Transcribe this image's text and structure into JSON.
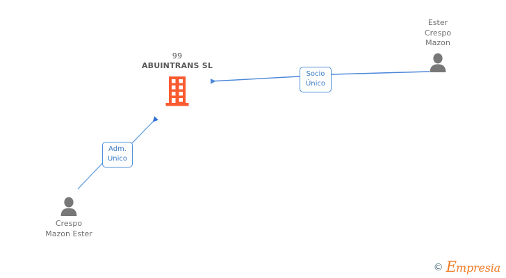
{
  "diagram": {
    "type": "corporate-relationship-graph",
    "background_color": "#ffffff"
  },
  "company": {
    "number": "99",
    "name": "ABUINTRANS SL",
    "icon": "building-icon",
    "icon_color": "#f95b30",
    "text_color": "#58585a"
  },
  "people": [
    {
      "id": "ester",
      "name_lines": [
        "Ester",
        "Crespo",
        "Mazon"
      ],
      "icon": "person-icon",
      "icon_color": "#777777",
      "label_position": "above"
    },
    {
      "id": "crespo",
      "name_lines": [
        "Crespo",
        "Mazon Ester"
      ],
      "icon": "person-icon",
      "icon_color": "#777777",
      "label_position": "below"
    }
  ],
  "relations": [
    {
      "id": "socio-unico",
      "lines": [
        "Socio",
        "Único"
      ],
      "from": "ester",
      "to": "company",
      "edge_color": "#4a86d8",
      "border_color": "#4f8fd6",
      "text_color": "#3b7cc4"
    },
    {
      "id": "adm-unico",
      "lines": [
        "Adm.",
        "Unico"
      ],
      "from": "crespo",
      "to": "company",
      "edge_color": "#4a86d8",
      "border_color": "#4f8fd6",
      "text_color": "#3b7cc4"
    }
  ],
  "watermark": {
    "copyright": "©",
    "brand_initial": "E",
    "brand_rest": "mpresia",
    "brand_color": "#f07b26",
    "copyright_color": "#4a6b77"
  }
}
